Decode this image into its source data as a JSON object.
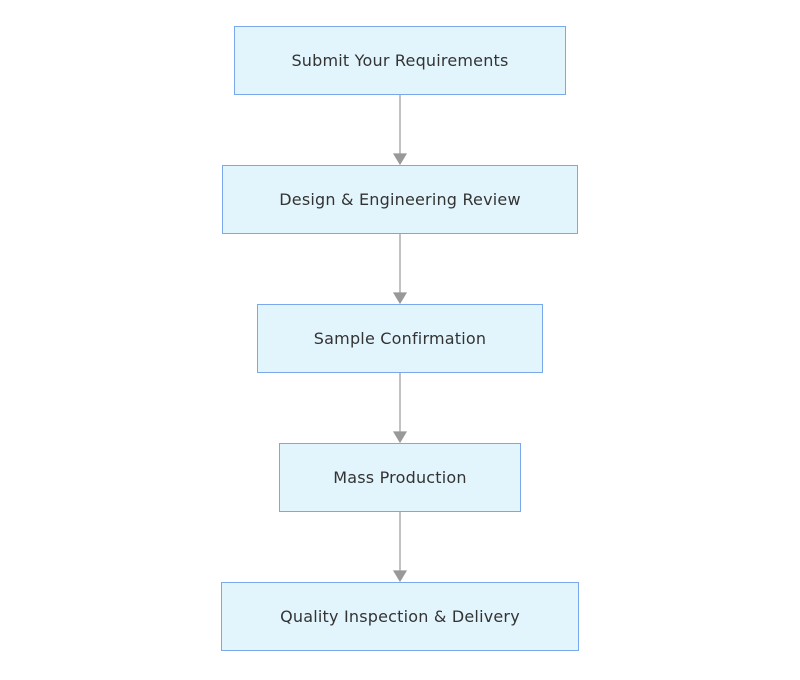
{
  "flowchart": {
    "steps": [
      {
        "label": "Submit Your Requirements"
      },
      {
        "label": "Design & Engineering Review"
      },
      {
        "label": "Sample Confirmation"
      },
      {
        "label": "Mass Production"
      },
      {
        "label": "Quality Inspection & Delivery"
      }
    ],
    "colors": {
      "node_fill": "#e3f5fc",
      "node_border": "#7aa8ec",
      "connector": "#999999",
      "text": "#333333"
    }
  }
}
